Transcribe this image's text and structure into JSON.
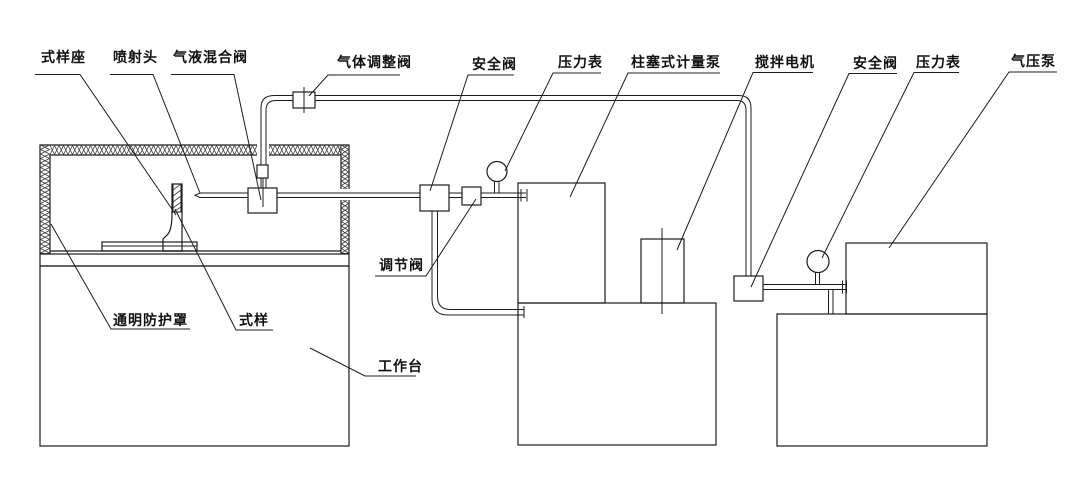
{
  "diagram": {
    "background": "#ffffff",
    "line_color": "#1c1c1c",
    "labels": {
      "specimen_holder": "式样座",
      "nozzle": "喷射头",
      "gas_liquid_mixing_valve": "气液混合阀",
      "gas_adjust_valve": "气体调整阀",
      "safety_valve_left": "安全阀",
      "pressure_gauge_left": "压力表",
      "plunger_metering_pump": "柱塞式计量泵",
      "stirring_motor": "搅拌电机",
      "safety_valve_right": "安全阀",
      "pressure_gauge_right": "压力表",
      "air_pressure_pump": "气压泵",
      "regulating_valve": "调节阀",
      "transparent_protective_cover": "通明防护罩",
      "specimen": "式样",
      "workbench": "工作台"
    }
  }
}
